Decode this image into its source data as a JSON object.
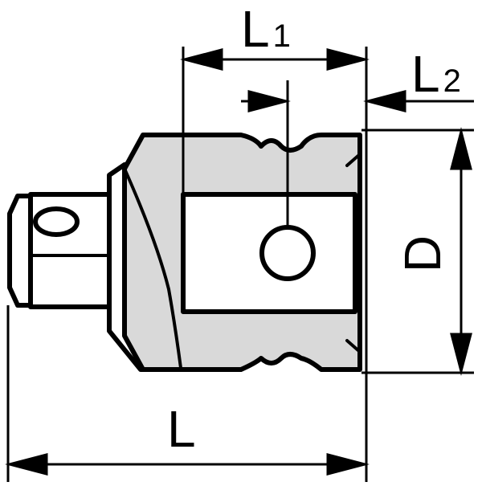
{
  "diagram": {
    "labels": {
      "overall_length": "L",
      "length_1": "L",
      "length_1_subscript": "1",
      "length_2": "L",
      "length_2_subscript": "2",
      "diameter": "D"
    },
    "colors": {
      "line": "#000000",
      "body_fill": "#d9d9d9",
      "background": "#ffffff"
    }
  }
}
